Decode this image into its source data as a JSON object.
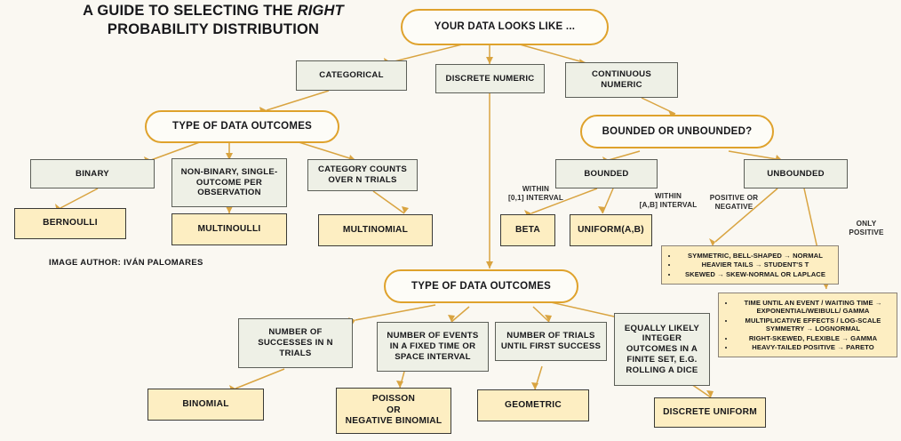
{
  "header": {
    "title_line1_a": "A GUIDE TO SELECTING THE ",
    "title_line1_em": "RIGHT",
    "title_line2": "PROBABILITY DISTRIBUTION",
    "credit": "IMAGE AUTHOR: IVÁN PALOMARES"
  },
  "colors": {
    "background": "#faf8f2",
    "decision_border": "#dfa22c",
    "decision_fill": "#fdfcf7",
    "condition_fill": "#eef0e6",
    "condition_border": "#5c5f58",
    "distribution_fill": "#fdeec2",
    "distribution_border": "#3a3a36",
    "connector": "#d9a441",
    "text": "#17171a"
  },
  "nodes": {
    "root": "YOUR DATA LOOKS LIKE ...",
    "categorical": "CATEGORICAL",
    "discrete_numeric": "DISCRETE NUMERIC",
    "continuous_numeric": "CONTINUOUS NUMERIC",
    "type_of_data_outcomes_cat": "TYPE OF DATA OUTCOMES",
    "bounded_or_unbounded": "BOUNDED OR UNBOUNDED?",
    "binary": "BINARY",
    "non_binary": "NON-BINARY, SINGLE-OUTCOME PER OBSERVATION",
    "category_counts": "CATEGORY COUNTS OVER N TRIALS",
    "bernoulli": "BERNOULLI",
    "multinoulli": "MULTINOULLI",
    "multinomial": "MULTINOMIAL",
    "bounded": "BOUNDED",
    "unbounded": "UNBOUNDED",
    "beta": "BETA",
    "uniform_ab": "UNIFORM(A,B)",
    "type_of_data_outcomes_disc": "TYPE OF DATA OUTCOMES",
    "num_successes": "NUMBER OF SUCCESSES IN N TRIALS",
    "num_events": "NUMBER OF EVENTS IN A FIXED TIME OR SPACE INTERVAL",
    "num_trials_first_success": "NUMBER OF TRIALS UNTIL FIRST SUCCESS",
    "equally_likely": "EQUALLY LIKELY INTEGER OUTCOMES IN A FINITE SET, E.G. ROLLING A DICE",
    "binomial": "BINOMIAL",
    "poisson": "POISSON\nOR\nNEGATIVE BINOMIAL",
    "geometric": "GEOMETRIC",
    "discrete_uniform": "DISCRETE UNIFORM"
  },
  "edge_labels": {
    "within_01": "WITHIN\n[0,1] INTERVAL",
    "within_ab": "WITHIN\n[A,B]  INTERVAL",
    "positive_or_negative": "POSITIVE OR\nNEGATIVE",
    "only_positive": "ONLY\nPOSITIVE"
  },
  "bullet_boxes": {
    "symmetric_group": [
      "SYMMETRIC, BELL-SHAPED → NORMAL",
      "HEAVIER TAILS → STUDENT'S T",
      "SKEWED → SKEW-NORMAL OR LAPLACE"
    ],
    "positive_group": [
      "TIME UNTIL AN EVENT / WAITING TIME → EXPONENTIAL/WEIBULL/ GAMMA",
      "MULTIPLICATIVE EFFECTS / LOG-SCALE SYMMETRY → LOGNORMAL",
      "RIGHT-SKEWED, FLEXIBLE → GAMMA",
      "HEAVY-TAILED POSITIVE → PARETO"
    ]
  }
}
